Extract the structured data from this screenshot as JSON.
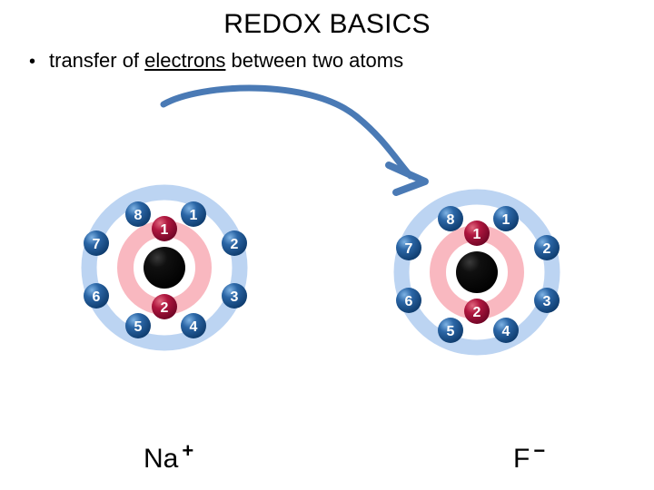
{
  "slide": {
    "title": "REDOX BASICS",
    "background_color": "#ffffff"
  },
  "bullet": {
    "marker": "•",
    "text_before": "transfer of ",
    "underlined_word": "electrons",
    "text_after": " between two atoms",
    "full_text": "transfer of electrons between two atoms"
  },
  "arrow": {
    "name": "electron-transfer-arrow",
    "color": "#4a7ab5",
    "direction": "left-to-right-curved",
    "from": "sodium atom outer shell",
    "to": "fluorine atom outer shell electron 8"
  },
  "colors": {
    "outer_shell_ring": "#bcd4f2",
    "inner_shell_ring": "#f9b8c0",
    "nucleus": "#0a0a0a",
    "outer_electron": "#1b4f8a",
    "outer_electron_highlight": "#5f9ad6",
    "inner_electron": "#a3103a",
    "inner_electron_highlight": "#d8556f",
    "electron_number": "#ffffff",
    "arrow": "#4a7ab5",
    "text": "#000000"
  },
  "atoms": [
    {
      "id": "atom-left",
      "name": "sodium-atom-diagram",
      "label": "Na",
      "charge": "+",
      "nucleus": "nucleus",
      "shells": [
        {
          "name": "inner-shell",
          "ring_color": "#f9b8c0",
          "electron_color": "#a3103a",
          "electrons": [
            "1",
            "2"
          ]
        },
        {
          "name": "outer-shell",
          "ring_color": "#bcd4f2",
          "electron_color": "#1b4f8a",
          "electrons": [
            "1",
            "2",
            "3",
            "4",
            "5",
            "6",
            "7",
            "8"
          ]
        }
      ]
    },
    {
      "id": "atom-right",
      "name": "fluorine-atom-diagram",
      "label": "F",
      "charge": "−",
      "nucleus": "nucleus",
      "shells": [
        {
          "name": "inner-shell",
          "ring_color": "#f9b8c0",
          "electron_color": "#a3103a",
          "electrons": [
            "1",
            "2"
          ]
        },
        {
          "name": "outer-shell",
          "ring_color": "#bcd4f2",
          "electron_color": "#1b4f8a",
          "electrons": [
            "1",
            "2",
            "3",
            "4",
            "5",
            "6",
            "7",
            "8"
          ]
        }
      ]
    }
  ],
  "labels": {
    "left_ion": "Na",
    "left_ion_charge": "+",
    "right_ion": "F",
    "right_ion_charge": "−"
  }
}
